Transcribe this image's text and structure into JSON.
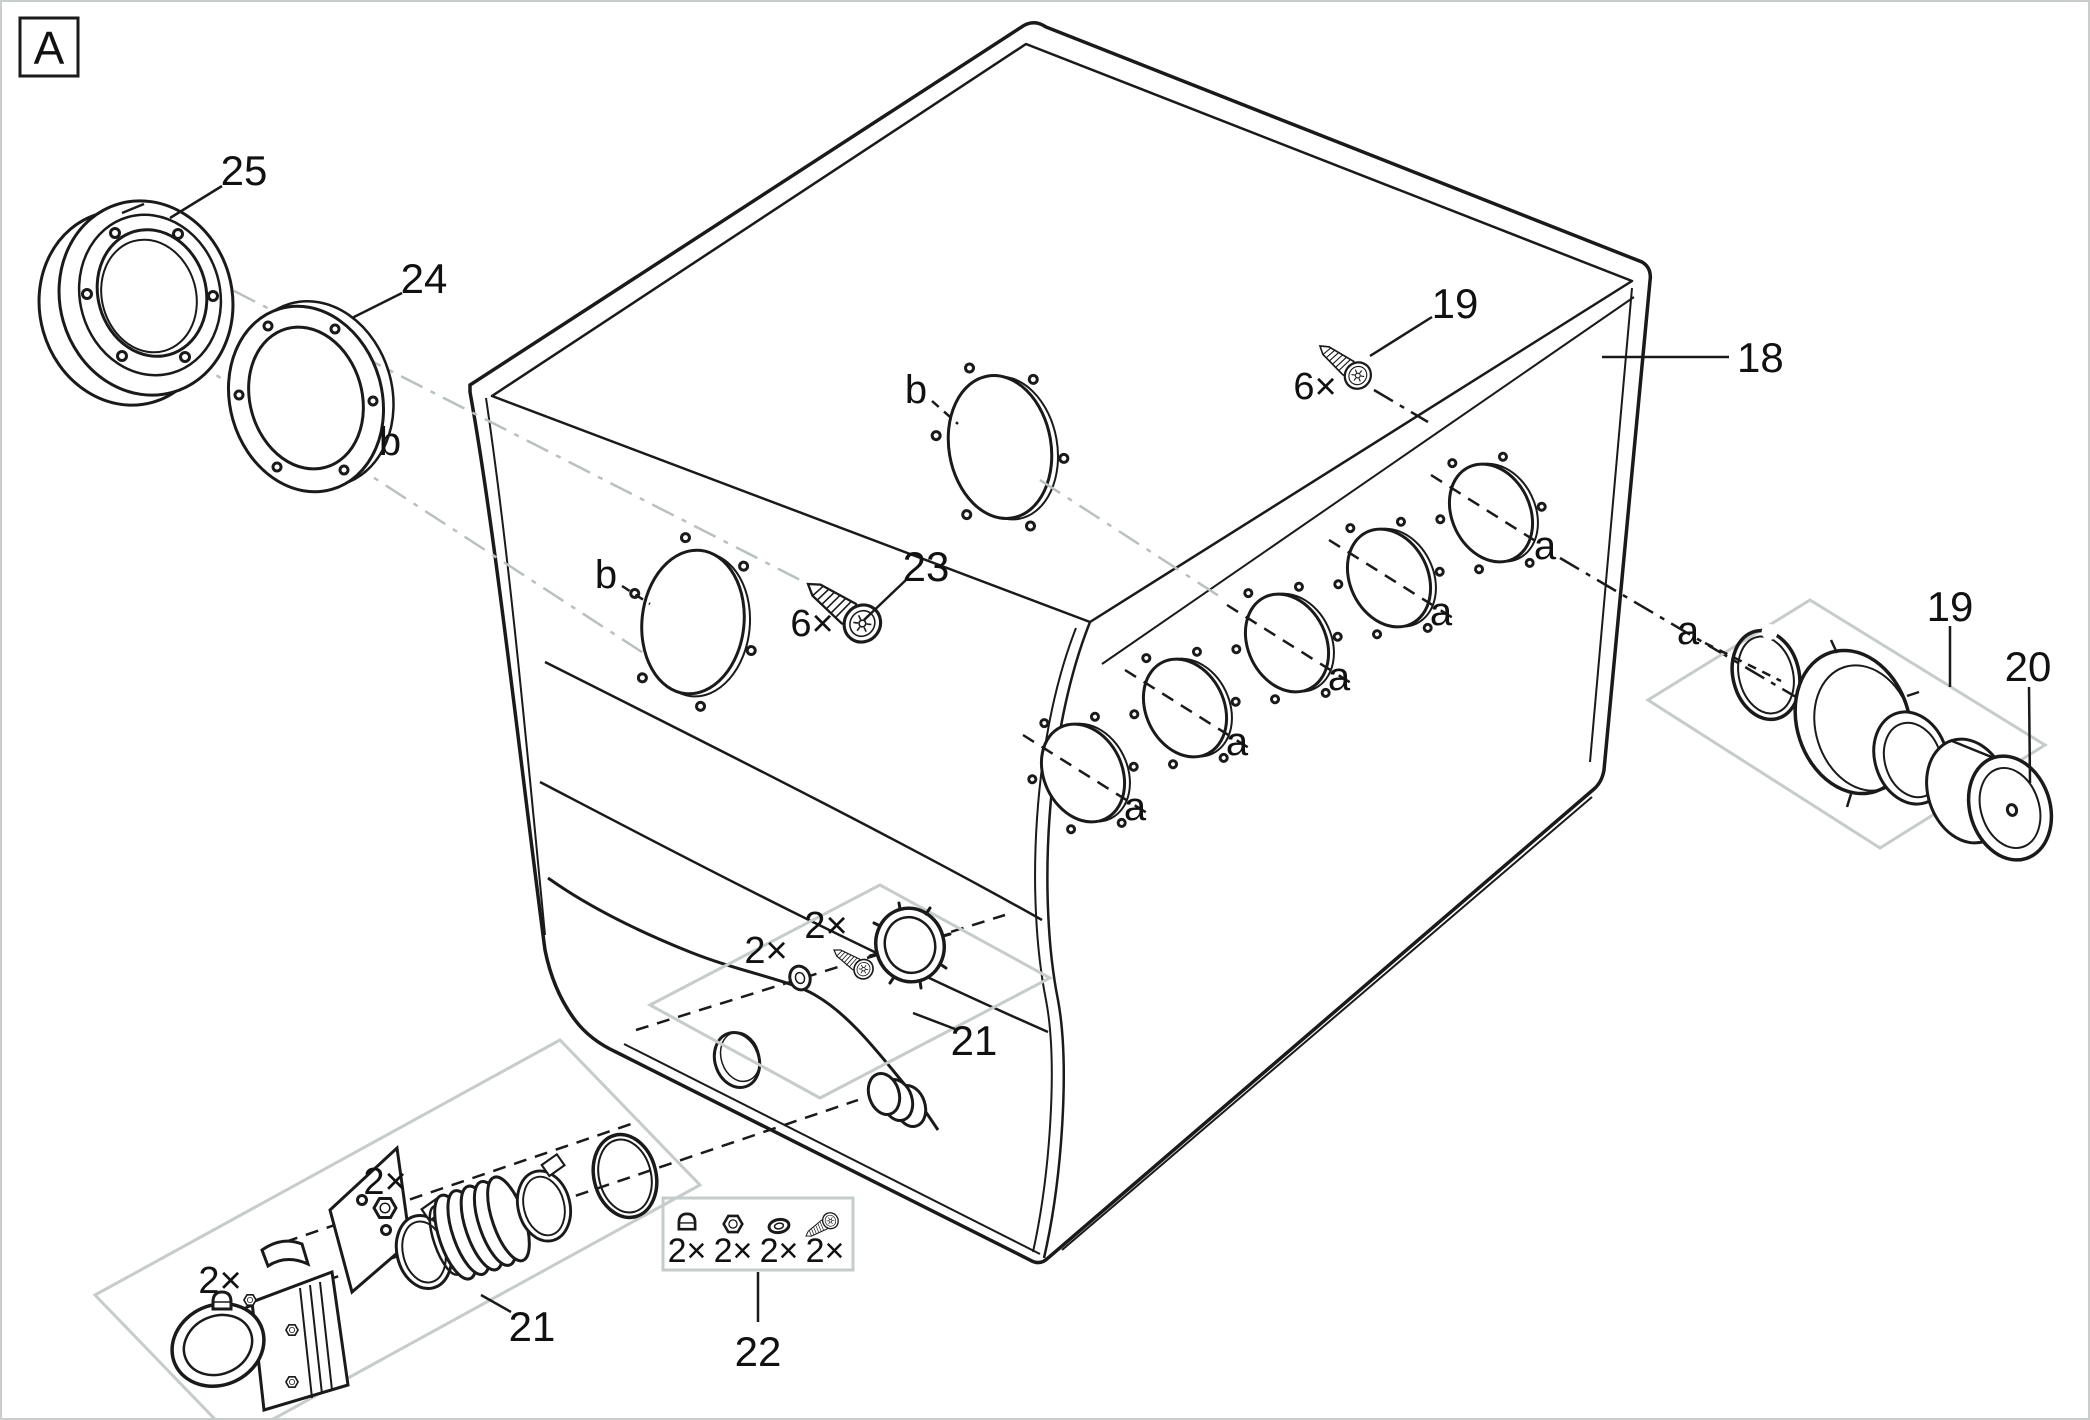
{
  "figure": {
    "view_label": "A",
    "type": "exploded-parts-diagram"
  },
  "callouts": {
    "c18": "18",
    "c19_top": "19",
    "c19_right": "19",
    "c20": "20",
    "c21_left": "21",
    "c21_center": "21",
    "c22": "22",
    "c23": "23",
    "c24": "24",
    "c25": "25"
  },
  "quantities": {
    "q23": "6×",
    "q19": "6×",
    "q21_left_capnut": "2×",
    "q21_left_nut": "2×",
    "q21_center_washer": "2×",
    "q21_center_screw": "2×",
    "q22_capnut": "2×",
    "q22_nut": "2×",
    "q22_washer": "2×",
    "q22_screw": "2×"
  },
  "hole_labels": {
    "a": "a",
    "b": "b"
  },
  "colors": {
    "line": "#1a1a1a",
    "construction_gray": "#b9c0c0",
    "panel_gray": "#c6cbcb",
    "label": "#111111",
    "background": "#ffffff",
    "frame": "#c9cecd"
  }
}
